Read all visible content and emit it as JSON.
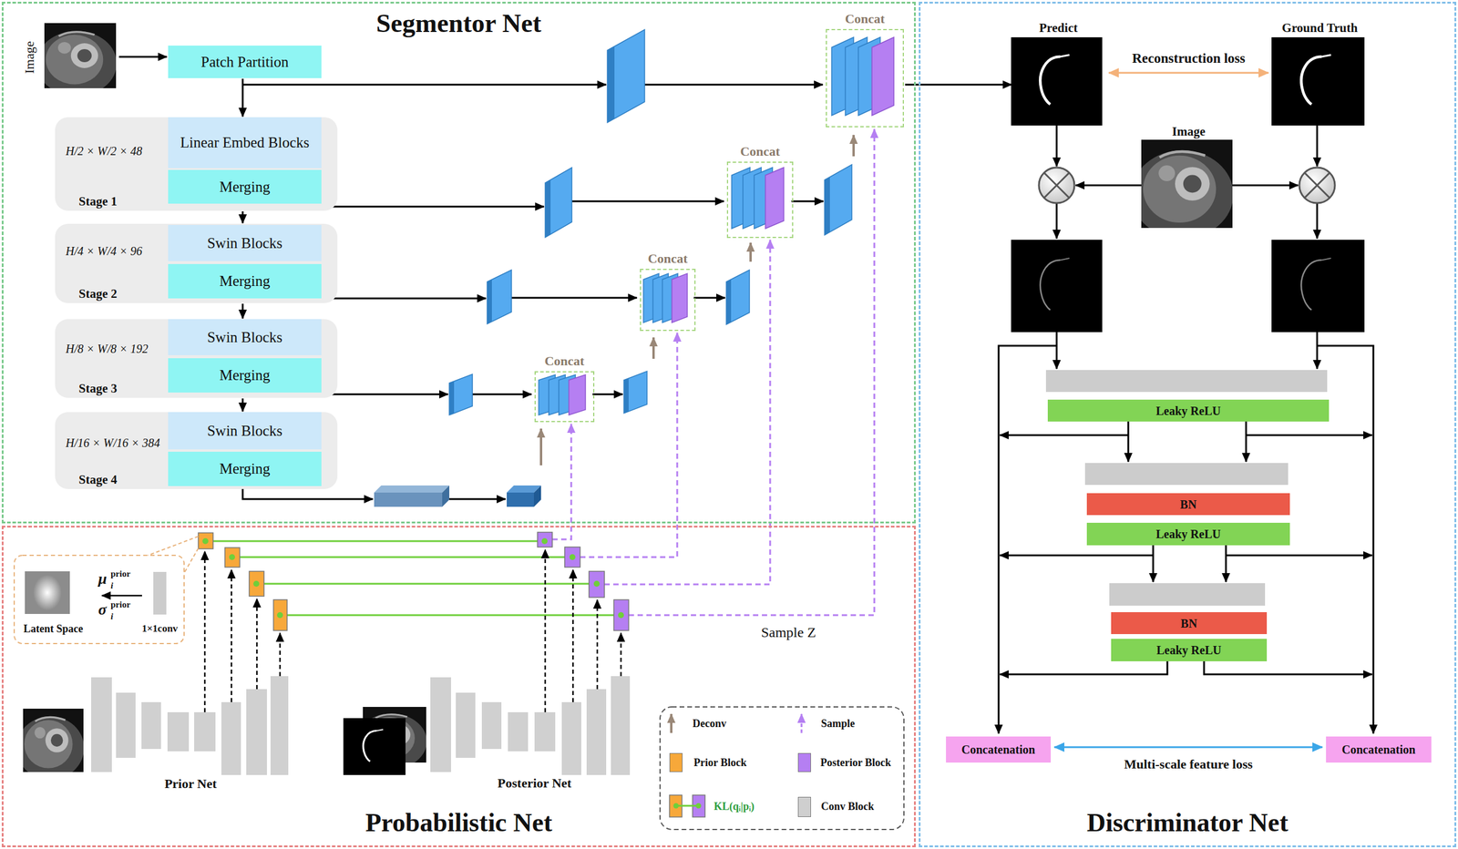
{
  "diagram": {
    "nodes": [
      {
        "text": [
          "Segmentor Net"
        ]
      },
      {
        "text": [
          "Image"
        ],
        "in": 0
      },
      {
        "text": [
          "Patch Partition"
        ],
        "in": 0
      },
      {
        "text": [
          "H/2 × W/2 × 48",
          "Stage 1"
        ],
        "in": 0
      },
      {
        "text": [
          "Linear Embed Blocks"
        ],
        "in": 3
      },
      {
        "text": [
          "Merging"
        ],
        "in": 3
      },
      {
        "text": [
          "H/4 × W/4 × 96",
          "Stage 2"
        ],
        "in": 0
      },
      {
        "text": [
          "Swin Blocks"
        ],
        "in": 6
      },
      {
        "text": [
          "Merging"
        ],
        "in": 6
      },
      {
        "text": [
          "H/8 × W/8 × 192",
          "Stage 3"
        ],
        "in": 0
      },
      {
        "text": [
          "Swin Blocks"
        ],
        "in": 9
      },
      {
        "text": [
          "Merging"
        ],
        "in": 9
      },
      {
        "text": [
          "H/16 × W/16 × 384",
          "Stage 4"
        ],
        "in": 0
      },
      {
        "text": [
          "Swin Blocks"
        ],
        "in": 12
      },
      {
        "text": [
          "Merging"
        ],
        "in": 12
      },
      {
        "text": [
          "Concat"
        ],
        "in": 0
      },
      {
        "text": [
          "Concat"
        ],
        "in": 0
      },
      {
        "text": [
          "Concat"
        ],
        "in": 0
      },
      {
        "text": [
          "Concat"
        ],
        "in": 0
      },
      {
        "text": [
          "Probabilistic Net"
        ]
      },
      {
        "text": [
          "Discriminator Net"
        ]
      },
      {
        "text": [
          "Predict"
        ],
        "in": 20
      },
      {
        "text": [
          "Ground Truth"
        ],
        "in": 20
      },
      {
        "text": [
          "Image"
        ],
        "in": 20
      },
      {
        "text": [
          "Leaky ReLU"
        ],
        "in": 20
      },
      {
        "text": [
          "BN"
        ],
        "in": 20
      },
      {
        "text": [
          "Leaky ReLU"
        ],
        "in": 20
      },
      {
        "text": [
          "BN"
        ],
        "in": 20
      },
      {
        "text": [
          "Leaky ReLU"
        ],
        "in": 20
      },
      {
        "text": [
          "Concatenation"
        ],
        "in": 20
      },
      {
        "text": [
          "Concatenation"
        ],
        "in": 20
      }
    ],
    "edges": [
      {
        "from": 1,
        "to": 2,
        "arrow": "to"
      },
      {
        "from": 2,
        "to": 3,
        "arrow": "to"
      },
      {
        "from": 3,
        "to": 6,
        "arrow": "to"
      },
      {
        "from": 6,
        "to": 9,
        "arrow": "to"
      },
      {
        "from": 9,
        "to": 12,
        "arrow": "to"
      },
      {
        "from": 15,
        "to": 21,
        "arrow": "to"
      },
      {
        "from": 21,
        "to": 22,
        "arrow": "both",
        "label": "Reconstruction loss"
      },
      {
        "from": 29,
        "to": 30,
        "arrow": "both",
        "label": "Multi-scale feature loss"
      }
    ],
    "labels": [
      "Prior Net",
      "Posterior Net",
      "μ",
      "prior",
      "i",
      "σ",
      "prior",
      "i",
      "Latent Space",
      "1×1conv",
      "Sample Z"
    ],
    "legend": [
      {
        "text": "Deconv"
      },
      {
        "text": "Sample"
      },
      {
        "text": "Prior Block",
        "color": "#f7a83a"
      },
      {
        "text": "Posterior Block",
        "color": "#b57ff2"
      },
      {
        "text": "KL(qᵢ|pᵢ)"
      },
      {
        "text": "Conv Block",
        "color": "#cfcfcf"
      }
    ]
  }
}
